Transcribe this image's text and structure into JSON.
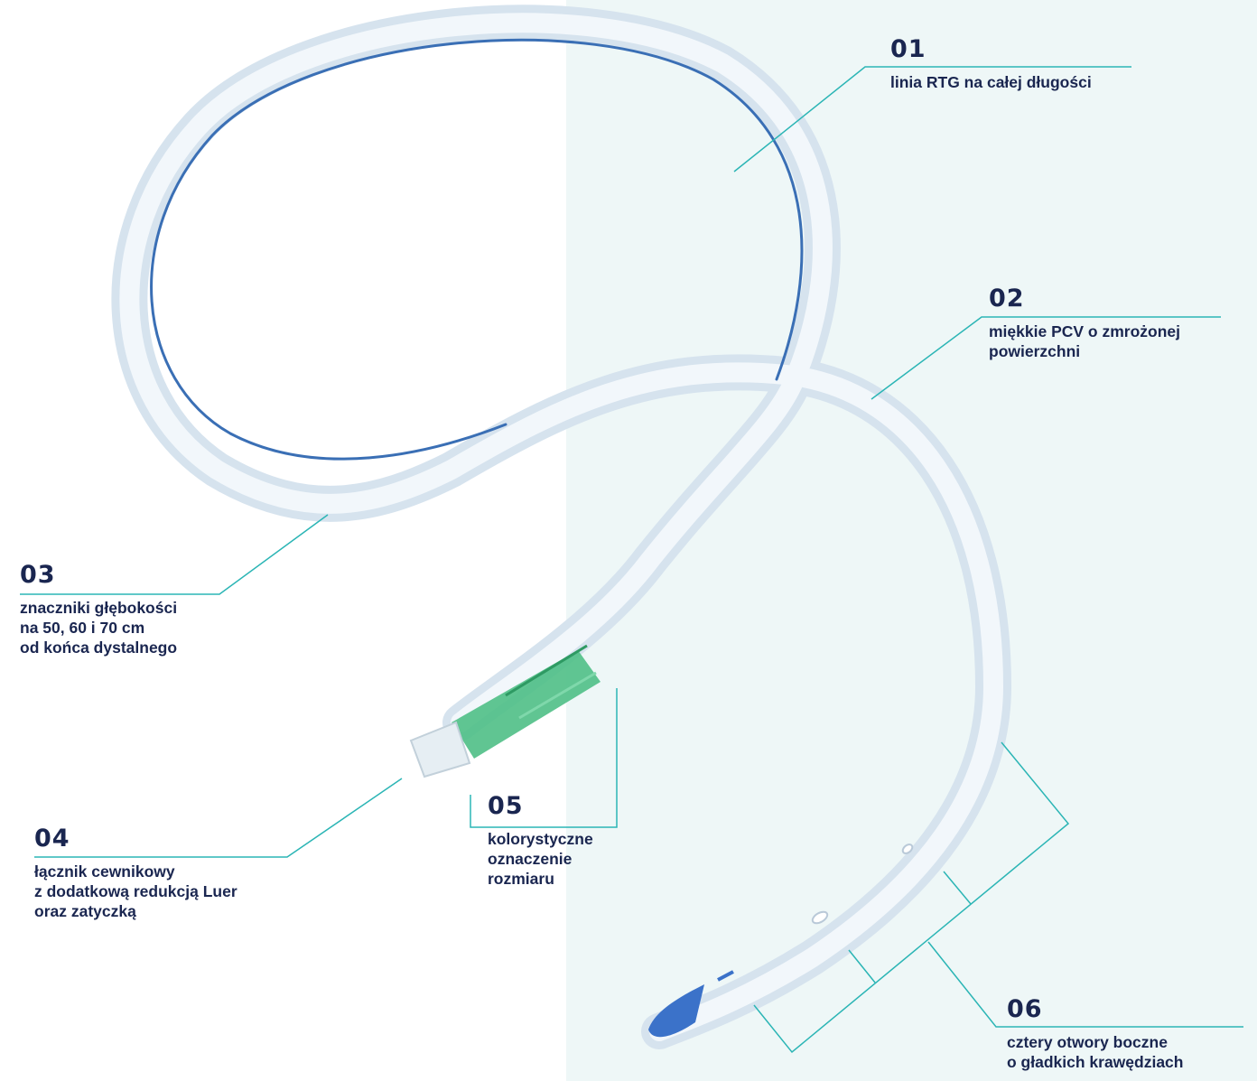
{
  "colors": {
    "background_left": "#ffffff",
    "background_right": "#eef7f7",
    "leader_line": "#2bb5b5",
    "text": "#1a2650",
    "tube": "#d9e6f1",
    "xray_line": "#3a6fb5",
    "connector": "#4fbf86",
    "tip": "#3b72c9"
  },
  "callouts": [
    {
      "id": "01",
      "number": "01",
      "text": "linia RTG na całej długości"
    },
    {
      "id": "02",
      "number": "02",
      "text": "miękkie PCV o zmrożonej\npowierzchni"
    },
    {
      "id": "03",
      "number": "03",
      "text": "znaczniki głębokości\nna 50, 60 i 70 cm\nod końca dystalnego"
    },
    {
      "id": "04",
      "number": "04",
      "text": "łącznik cewnikowy\nz dodatkową redukcją Luer\noraz zatyczką"
    },
    {
      "id": "05",
      "number": "05",
      "text": "kolorystyczne\noznaczenie\nrozmiaru"
    },
    {
      "id": "06",
      "number": "06",
      "text": "cztery otwory boczne\no gładkich krawędziach"
    }
  ]
}
